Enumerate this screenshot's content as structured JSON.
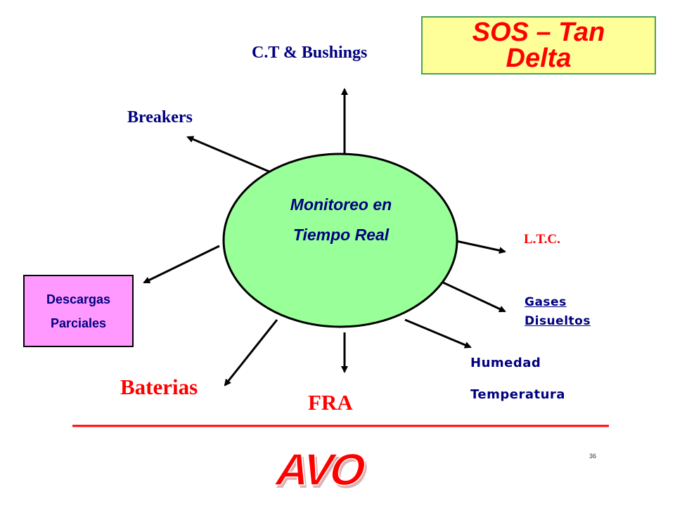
{
  "title": {
    "line1": "SOS – Tan",
    "line2": "Delta"
  },
  "hub": {
    "line1": "Monitoreo en",
    "line2": "Tiempo Real"
  },
  "nodes": {
    "ct_bushings": "C.T & Bushings",
    "breakers": "Breakers",
    "ltc": "L.T.C.",
    "gases_line1": "Gases",
    "gases_line2": "Disueltos",
    "humedad": "Humedad",
    "temperatura": "Temperatura",
    "fra": "FRA",
    "baterias": "Baterias",
    "descargas_line1": "Descargas",
    "descargas_line2": "Parciales"
  },
  "footer": {
    "logo_text": "AVO",
    "page_number": "36"
  },
  "colors": {
    "title_fill": "#ffff99",
    "title_border": "#4aa05a",
    "title_text": "#ff0000",
    "hub_fill": "#99ff99",
    "hub_text": "#000080",
    "label_navy": "#000080",
    "label_red": "#ff0000",
    "descargas_fill": "#ff99ff",
    "rule": "#ff0000"
  }
}
